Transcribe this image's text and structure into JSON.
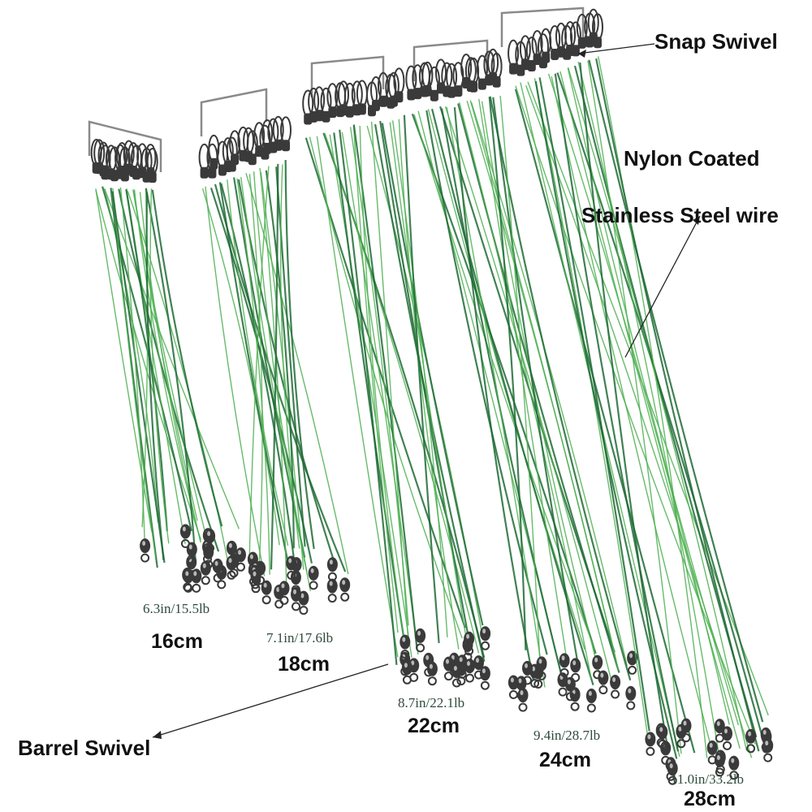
{
  "callouts": {
    "snap_swivel": "Snap Swivel",
    "nylon_coated": "Nylon Coated",
    "stainless_steel_wire": "Stainless Steel wire",
    "barrel_swivel": "Barrel Swivel"
  },
  "leaders": [
    {
      "spec": "6.3in/15.5lb",
      "size": "16cm"
    },
    {
      "spec": "7.1in/17.6lb",
      "size": "18cm"
    },
    {
      "spec": "8.7in/22.1lb",
      "size": "22cm"
    },
    {
      "spec": "9.4in/28.7lb",
      "size": "24cm"
    },
    {
      "spec": "11.0in/33.2lb",
      "size": "28cm"
    }
  ],
  "colors": {
    "background": "#ffffff",
    "wire": "#4caf50",
    "wire_dark": "#1e6b35",
    "metal": "#3a3a3a",
    "metal_light": "#b8b8b8",
    "label_text": "#111111",
    "spec_text": "#2e4a3a"
  }
}
